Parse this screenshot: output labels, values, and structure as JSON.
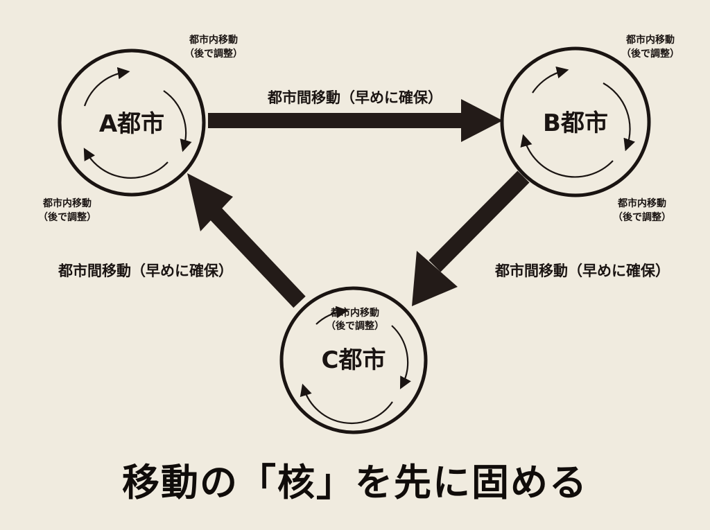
{
  "cities": [
    {
      "id": "a",
      "label": "A都市"
    },
    {
      "id": "b",
      "label": "B都市"
    },
    {
      "id": "c",
      "label": "C都市"
    }
  ],
  "routes": [
    {
      "from": "A都市",
      "to": "B都市",
      "label": "都市間移動（早めに確保）"
    },
    {
      "from": "B都市",
      "to": "C都市",
      "label": "都市間移動（早めに確保）"
    },
    {
      "from": "C都市",
      "to": "A都市",
      "label": "都市間移動（早めに確保）"
    }
  ],
  "intra_movement": {
    "line1": "都市内移動",
    "line2": "（後で調整）"
  },
  "headline": "移動の「核」を先に固める",
  "colors": {
    "background": "#f0ebdf",
    "ink": "#1a1412"
  },
  "icons": {
    "city-loop": "circular-arrows-icon",
    "route": "thick-arrow-icon"
  }
}
